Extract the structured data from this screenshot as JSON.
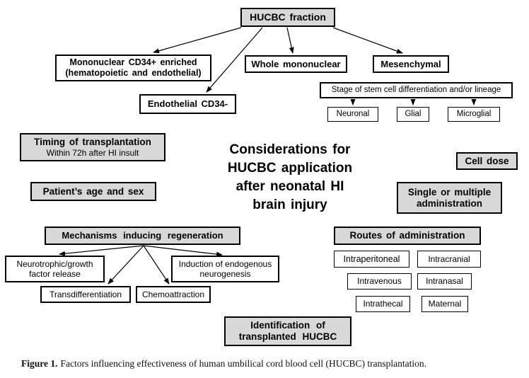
{
  "diagram": {
    "center_title_lines": [
      "Considerations for",
      "HUCBC application",
      "after neonatal HI",
      "brain injury"
    ],
    "nodes": {
      "hucbc_fraction": "HUCBC fraction",
      "mononuclear_line1": "Mononuclear CD34+ enriched",
      "mononuclear_line2": "(hematopoietic and endothelial)",
      "whole_mononuclear": "Whole mononuclear",
      "mesenchymal": "Mesenchymal",
      "endothelial": "Endothelial CD34-",
      "stage": "Stage of stem cell differentiation and/or lineage",
      "neuronal": "Neuronal",
      "glial": "Glial",
      "microglial": "Microglial",
      "timing_line1": "Timing of transplantation",
      "timing_line2": "Within 72h after HI insult",
      "patient_age_sex": "Patient’s age and sex",
      "cell_dose": "Cell dose",
      "single_multiple_line1": "Single or multiple",
      "single_multiple_line2": "administration",
      "mechanisms": "Mechanisms inducing regeneration",
      "neurotrophic_line1": "Neurotrophic/growth",
      "neurotrophic_line2": "factor release",
      "transdifferentiation": "Transdifferentiation",
      "chemoattraction": "Chemoattraction",
      "induction_line1": "Induction of endogenous",
      "induction_line2": "neurogenesis",
      "routes": "Routes of administration",
      "route_options": [
        "Intraperitoneal",
        "Intracranial",
        "Intravenous",
        "Intranasal",
        "Intrathecal",
        "Maternal"
      ],
      "identification_line1": "Identification of",
      "identification_line2": "transplanted HUCBC"
    },
    "colors": {
      "box_gray": "#d8d8d8",
      "box_white": "#ffffff",
      "border": "#000000",
      "background": "#ffffff"
    }
  },
  "caption": {
    "label": "Figure 1.",
    "text": "Factors influencing effectiveness of human umbilical cord blood cell (HUCBC) transplantation."
  }
}
